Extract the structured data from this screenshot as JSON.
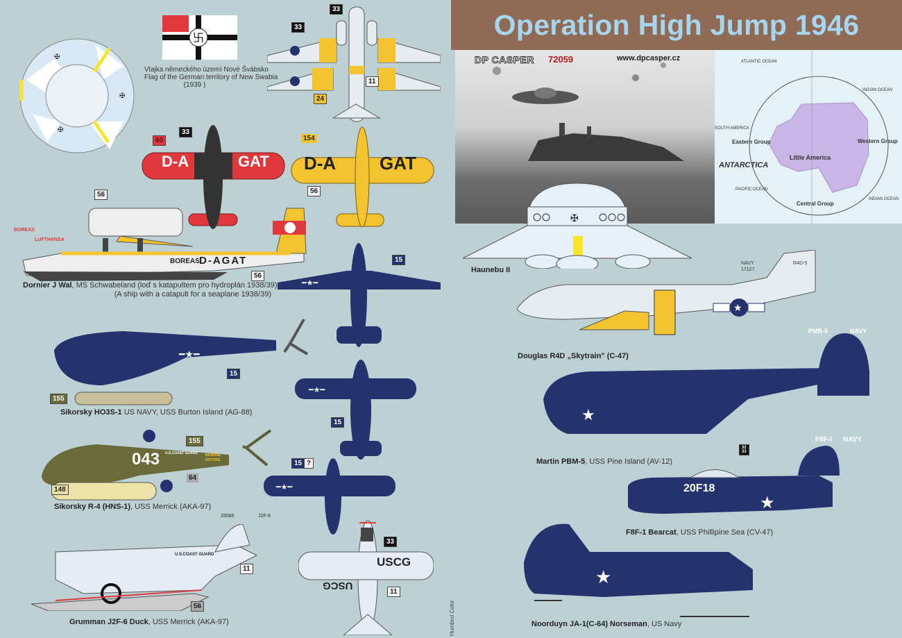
{
  "header": {
    "title": "Operation High Jump 1946"
  },
  "photo": {
    "brand": "DP CASPER",
    "kit_code": "72059",
    "url": "www.dpcasper.cz"
  },
  "map": {
    "labels": {
      "atlantic": "ATLANTIC OCEAN",
      "indian_top": "INDIAN OCEAN",
      "south_america": "SOUTH AMERICA",
      "eastern_group": "Eastern Group",
      "western_group": "Western Group",
      "antarctica": "ANTARCTICA",
      "little_america": "Little America",
      "pacific": "PACIFIC OCEAN",
      "central_group": "Central Group",
      "indian_bottom": "INDIAN OCEAN"
    }
  },
  "flag": {
    "caption_cz": "Vlajka německého území Nové Švábsko",
    "caption_en": "Flag of the German territory of New Swabia",
    "year": "(1939 )"
  },
  "markings": {
    "dc3_top": [
      "33",
      "33",
      "24",
      "11"
    ],
    "red_plane": {
      "num1": "60",
      "num2": "33",
      "reg_left": "D-A",
      "reg_right": "GAT"
    },
    "yellow_plane": {
      "num1": "154",
      "num2": "56",
      "reg_left": "D-A",
      "reg_right": "GAT"
    },
    "dornier": {
      "num_top": "56",
      "num_bottom": "56",
      "boreas": "BOREAS",
      "lufthansa": "LUFTHANSA",
      "reg": "D-AGAT"
    },
    "navy_top1": {
      "num": "15"
    },
    "ho3s": {
      "num1": "15",
      "num2": "155"
    },
    "navy_top2": {
      "num": "15"
    },
    "r4": {
      "num1": "155",
      "num2": "64",
      "num3": "148",
      "code": "043",
      "cg": "U.S.COAST GUARD",
      "warn1": "BEWARE",
      "warn2": "ROTORS"
    },
    "navy_top3": {
      "num1": "15",
      "num2": "?"
    },
    "j2f": {
      "serial": "33585",
      "type": "J2F-6",
      "num1": "11",
      "num2": "56",
      "cg": "U.S.COAST GUARD"
    },
    "uscg_top": {
      "num1": "33",
      "num2": "11",
      "uscg": "USCG",
      "uscg_rev": "USCG"
    },
    "r4d": {
      "navy": "NAVY",
      "serial": "17127",
      "type": "R4D-5"
    },
    "pbm": {
      "type": "PMB-5",
      "navy": "NAVY",
      "num": "32\n33"
    },
    "f8f": {
      "type": "F8F-I",
      "navy": "NAVY",
      "code": "20F18"
    }
  },
  "captions": {
    "dornier_bold": "Dornier J Wal",
    "dornier_rest": ", MS Schwabeland (loď s katapultem pro hydroplán 1938/39)",
    "dornier_line2": "(A ship with a catapult for a seaplane 1938/39)",
    "ho3s_bold": "Sikorsky HO3S-1",
    "ho3s_rest": "  US NAVY, USS Burton Island (AG-88)",
    "r4_bold": "Sikorsky R-4 (HNS-1)",
    "r4_rest": ", USS Merrick (AKA-97)",
    "j2f_bold": "Grumman J2F-6 Duck",
    "j2f_rest": ", USS Merrick (AKA-97)",
    "haunebu": "Haunebu II",
    "r4d_bold": "Douglas R4D „Skytrain\" (C-47)",
    "pbm_bold": "Martin PBM-5",
    "pbm_rest": ", USS Pine Island  (AV-12)",
    "f8f_bold": "F8F-1 Bearcat",
    "f8f_rest": ", USS Phillipine Sea (CV-47)",
    "norseman_bold": "Noorduyn JA-1(C-64) Norseman",
    "norseman_rest": ", US Navy"
  },
  "side_note": "Humbrol Color",
  "colors": {
    "background": "#bdd1d5",
    "title_bar": "#8f6a55",
    "title_text": "#a6d6ef",
    "navy_blue": "#24336e",
    "yellow": "#f4c430",
    "red": "#e0383c",
    "olive": "#6a6a3a"
  }
}
